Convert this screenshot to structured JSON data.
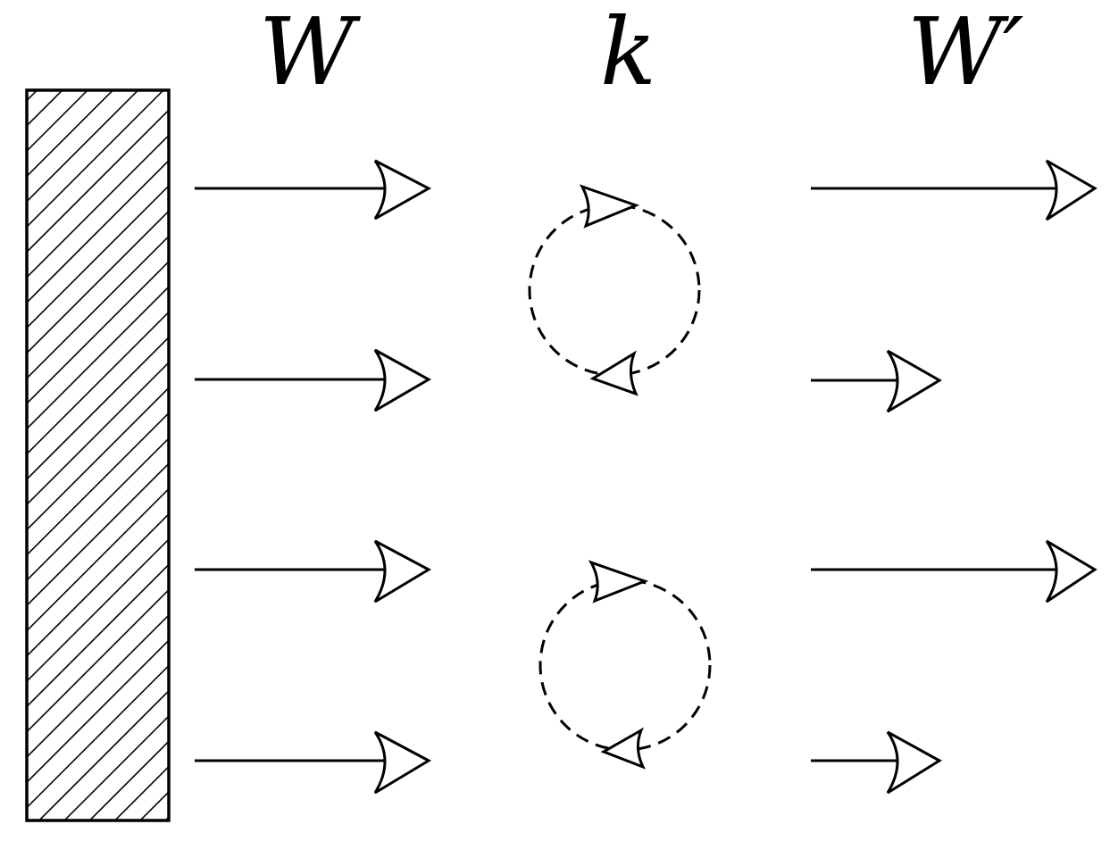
{
  "labels": {
    "incoming": "W",
    "coupling": "k",
    "outgoing": "W′"
  },
  "colors": {
    "stroke": "#000000",
    "background": "#ffffff"
  },
  "elements": {
    "wall": "hatched-wall",
    "incoming_arrows": 4,
    "vortices": 2,
    "outgoing_arrows": [
      "long",
      "short",
      "long",
      "short"
    ]
  }
}
